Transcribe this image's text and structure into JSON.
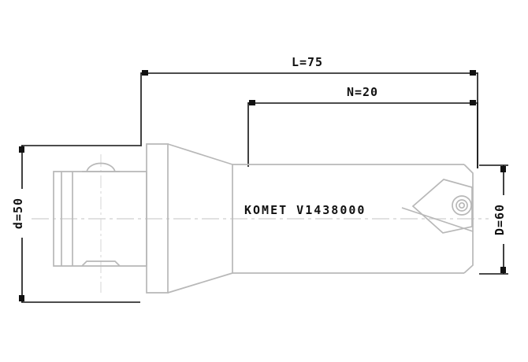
{
  "drawing": {
    "title": "KOMET V1438000 indexable insert drill - dimensioned side view",
    "part_label": "KOMET V1438000",
    "line_color": "#b8b8b8",
    "dim_color": "#111111",
    "center_color": "#cccccc",
    "background": "#ffffff"
  },
  "dimensions": {
    "overall_length": {
      "label": "L=75",
      "name": "overall-length"
    },
    "head_length": {
      "label": "N=20",
      "name": "head-length"
    },
    "shank_diameter": {
      "label": "d=50",
      "name": "shank-diameter"
    },
    "body_diameter": {
      "label": "D=60",
      "name": "body-diameter"
    }
  },
  "features": {
    "shank": "shank-end",
    "taper": "taper-transition",
    "body": "cylindrical-body",
    "insert": "cutting-insert",
    "screw": "insert-clamp-screw",
    "flute": "chip-flute",
    "groove": "shank-groove",
    "dome": "shank-dome-key"
  }
}
